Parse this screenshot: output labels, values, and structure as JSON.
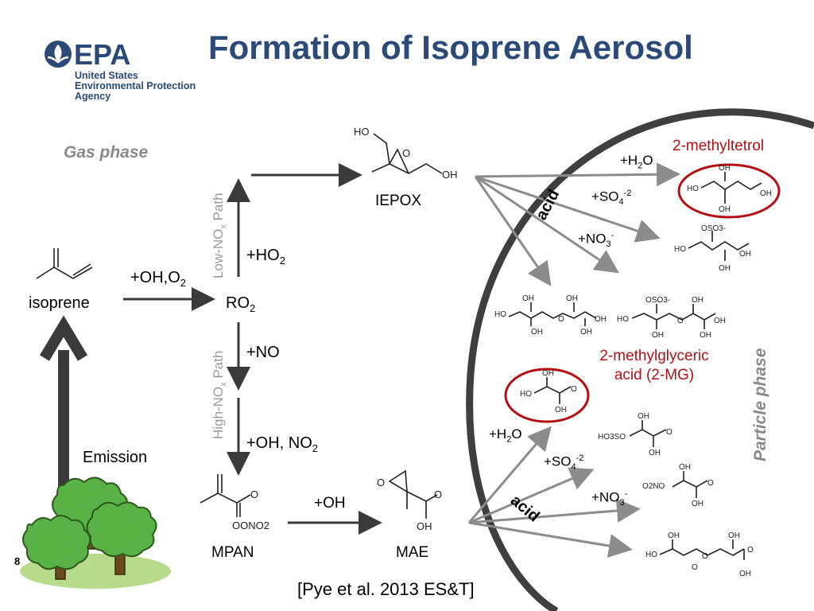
{
  "title": "Formation of Isoprene Aerosol",
  "logo": {
    "mark": "EPA",
    "line1": "United States",
    "line2": "Environmental Protection",
    "line3": "Agency"
  },
  "gas_phase": "Gas phase",
  "particle_phase": "Particle phase",
  "isoprene": "isoprene",
  "emission": "Emission",
  "oh_o2": {
    "base": "+OH,O",
    "sub": "2"
  },
  "ro2": {
    "base": "RO",
    "sub": "2"
  },
  "ho2": {
    "base": "+HO",
    "sub": "2"
  },
  "no": "+NO",
  "oh_no2": {
    "base": "+OH, NO",
    "sub": "2"
  },
  "low_nox": {
    "a": "Low-NO",
    "sub": "x",
    "b": " Path"
  },
  "high_nox": {
    "a": "High-NO",
    "sub": "x",
    "b": " Path"
  },
  "iepox": "IEPOX",
  "mpan": "MPAN",
  "mae": "MAE",
  "oh": "+OH",
  "upper": {
    "h2o": {
      "a": "+H",
      "sub": "2",
      "b": "O"
    },
    "so4": {
      "a": "+SO",
      "sub": "4",
      "sup": "-2"
    },
    "no3": {
      "a": "+NO",
      "sub": "3",
      "sup": "-"
    },
    "acid": "acid"
  },
  "lower": {
    "h2o": {
      "a": "+H",
      "sub": "2",
      "b": "O"
    },
    "so4": {
      "a": "+SO",
      "sub": "4",
      "sup": "-2"
    },
    "no3": {
      "a": "+NO",
      "sub": "3",
      "sup": "-"
    },
    "acid": "acid"
  },
  "methyltetrol": "2-methyltetrol",
  "mg_line1": "2-methylglyceric",
  "mg_line2": "acid (2-MG)",
  "citation": "[Pye et al. 2013 ES&T]",
  "slide_number": "8",
  "atoms": {
    "ho": "HO",
    "oh": "OH",
    "o": "O",
    "oso3": "OSO3-",
    "ho3so": "HO3SO",
    "o2no": "O2NO",
    "oono2": "OONO2"
  },
  "colors": {
    "title": "#2c4a78",
    "dark_arrow": "#3a3a3a",
    "gray_arrow": "#8c8c8c",
    "circle": "#b40f12",
    "tree": "#58b246"
  }
}
